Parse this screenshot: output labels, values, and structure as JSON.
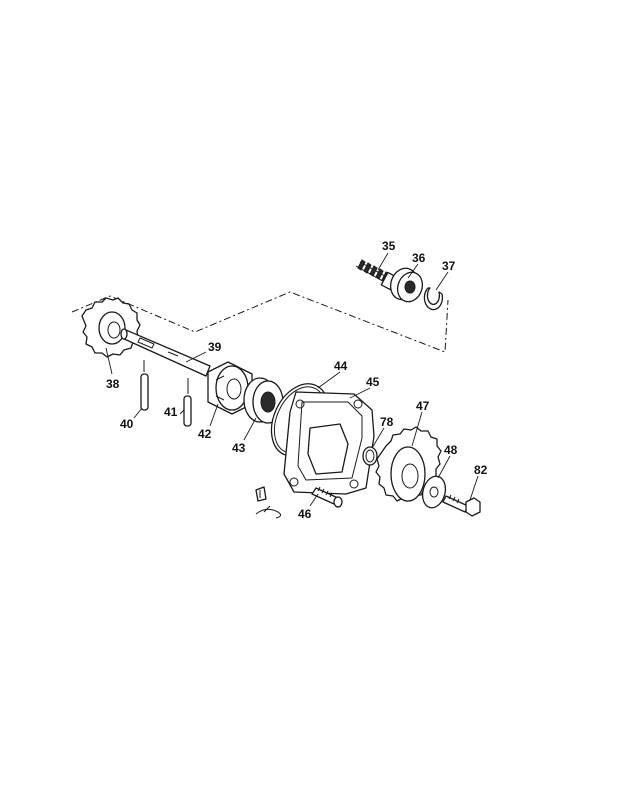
{
  "callouts": {
    "c35": "35",
    "c36": "36",
    "c37": "37",
    "c38": "38",
    "c39": "39",
    "c40": "40",
    "c41": "41",
    "c42": "42",
    "c43": "43",
    "c44": "44",
    "c45": "45",
    "c46": "46",
    "c47": "47",
    "c48": "48",
    "c78": "78",
    "c82": "82"
  }
}
